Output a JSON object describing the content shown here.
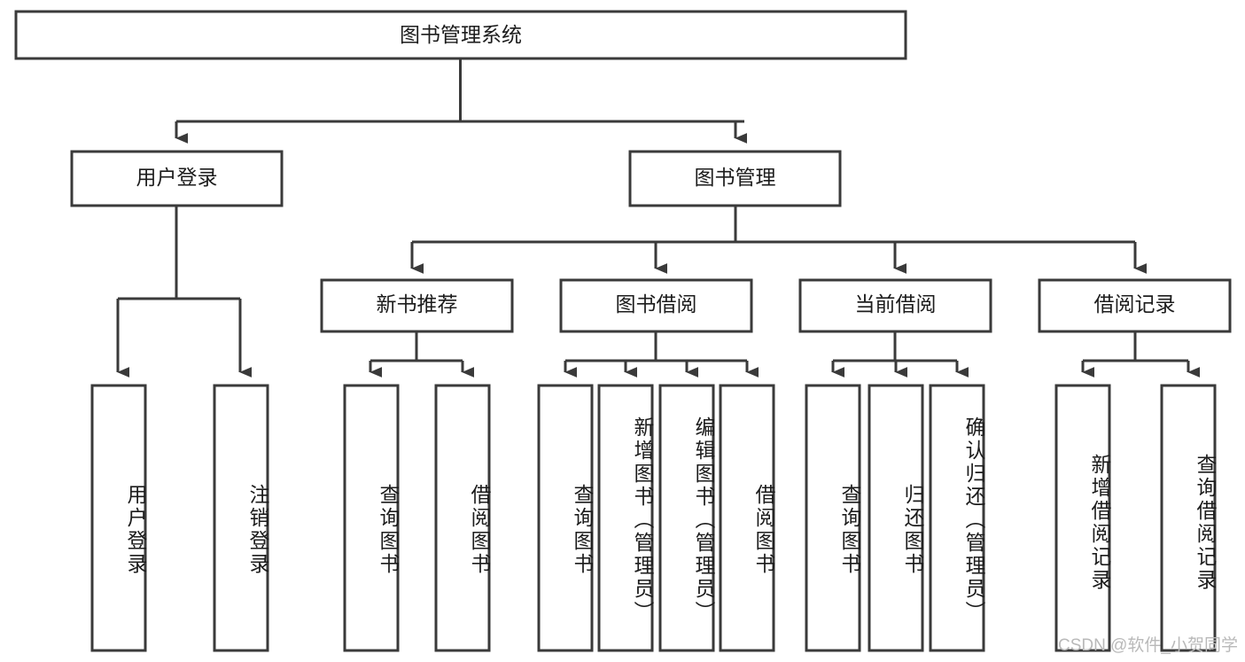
{
  "diagram": {
    "type": "hierarchy-tree",
    "title": "图书管理系统",
    "levels": [
      {
        "level": 1,
        "nodes": [
          {
            "id": "root",
            "label": "图书管理系统",
            "orientation": "horizontal"
          }
        ]
      },
      {
        "level": 2,
        "nodes": [
          {
            "id": "user-login",
            "label": "用户登录",
            "orientation": "horizontal",
            "parent": "root"
          },
          {
            "id": "book-manage",
            "label": "图书管理",
            "orientation": "horizontal",
            "parent": "root"
          }
        ]
      },
      {
        "level": 3,
        "nodes": [
          {
            "id": "new-book-recommend",
            "label": "新书推荐",
            "orientation": "horizontal",
            "parent": "book-manage"
          },
          {
            "id": "book-borrow",
            "label": "图书借阅",
            "orientation": "horizontal",
            "parent": "book-manage"
          },
          {
            "id": "current-borrow",
            "label": "当前借阅",
            "orientation": "horizontal",
            "parent": "book-manage"
          },
          {
            "id": "borrow-record",
            "label": "借阅记录",
            "orientation": "horizontal",
            "parent": "book-manage"
          }
        ]
      },
      {
        "level": 4,
        "nodes": [
          {
            "id": "leaf-user-login",
            "label": "用户登录",
            "orientation": "vertical",
            "parent": "user-login"
          },
          {
            "id": "leaf-logout",
            "label": "注销登录",
            "orientation": "vertical",
            "parent": "user-login"
          },
          {
            "id": "leaf-query-book-1",
            "label": "查询图书",
            "orientation": "vertical",
            "parent": "new-book-recommend"
          },
          {
            "id": "leaf-borrow-book-1",
            "label": "借阅图书",
            "orientation": "vertical",
            "parent": "new-book-recommend"
          },
          {
            "id": "leaf-query-book-2",
            "label": "查询图书",
            "orientation": "vertical",
            "parent": "book-borrow"
          },
          {
            "id": "leaf-add-book",
            "label": "新增图书（管理员）",
            "orientation": "vertical",
            "parent": "book-borrow"
          },
          {
            "id": "leaf-edit-book",
            "label": "编辑图书（管理员）",
            "orientation": "vertical",
            "parent": "book-borrow"
          },
          {
            "id": "leaf-borrow-book-2",
            "label": "借阅图书",
            "orientation": "vertical",
            "parent": "book-borrow"
          },
          {
            "id": "leaf-query-book-3",
            "label": "查询图书",
            "orientation": "vertical",
            "parent": "current-borrow"
          },
          {
            "id": "leaf-return-book",
            "label": "归还图书",
            "orientation": "vertical",
            "parent": "current-borrow"
          },
          {
            "id": "leaf-confirm-return",
            "label": "确认归还（管理员）",
            "orientation": "vertical",
            "parent": "current-borrow"
          },
          {
            "id": "leaf-add-record",
            "label": "新增借阅记录",
            "orientation": "vertical",
            "parent": "borrow-record"
          },
          {
            "id": "leaf-query-record",
            "label": "查询借阅记录",
            "orientation": "vertical",
            "parent": "borrow-record"
          }
        ]
      }
    ],
    "colors": {
      "box_stroke": "#3a3a3a",
      "box_fill": "#ffffff",
      "text": "#1c1c1c",
      "connector": "#3a3a3a",
      "background": "#ffffff",
      "watermark": "#b9b9b9"
    }
  },
  "watermark": {
    "text": "CSDN @软件_小贺同学"
  }
}
